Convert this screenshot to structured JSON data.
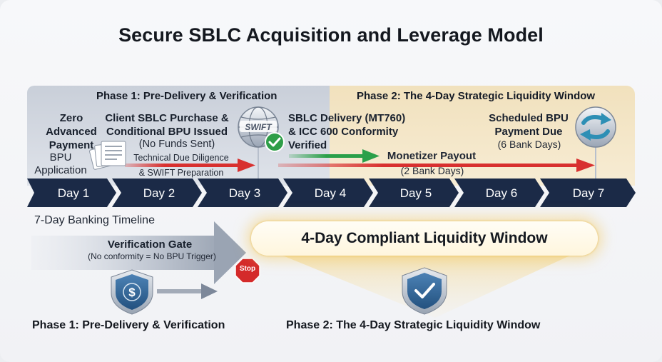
{
  "title": "Secure SBLC Acquisition and Leverage Model",
  "phase1": {
    "title": "Phase 1: Pre-Delivery & Verification",
    "zero_payment": [
      "Zero",
      "Advanced",
      "Payment"
    ],
    "bpu_application": [
      "BPU",
      "Application"
    ],
    "client_purchase": [
      "Client SBLC Purchase &",
      "Conditional BPU Issued"
    ],
    "no_funds": "(No Funds Sent)",
    "due_diligence": "Technical Due Diligence",
    "swift_prep": "& SWIFT Preparation"
  },
  "phase2": {
    "title": "Phase 2: The 4-Day Strategic Liquidity Window",
    "delivery": [
      "SBLC Delivery (MT760)",
      "& ICC 600 Conformity",
      "Verified"
    ],
    "monetizer_payout": "Monetizer Payout",
    "payout_days": "(2 Bank Days)",
    "bpu_due": [
      "Scheduled BPU",
      "Payment Due"
    ],
    "bpu_days": "(6 Bank Days)"
  },
  "swift_logo_text": "SWIFT",
  "timeline": {
    "days": [
      "Day 1",
      "Day 2",
      "Day 3",
      "Day 4",
      "Day 5",
      "Day 6",
      "Day 7"
    ],
    "label": "7-Day Banking Timeline"
  },
  "gate": {
    "title": "Verification Gate",
    "note": "(No conformity = No BPU Trigger)",
    "stop_label": "Stop"
  },
  "window_label": "4-Day Compliant Liquidity Window",
  "bottom": {
    "phase1_label": "Phase 1: Pre-Delivery & Verification",
    "phase2_label": "Phase 2: The 4-Day Strategic Liquidity Window"
  },
  "icons": [
    "globe-swift-icon",
    "check-badge-icon",
    "document-stack-icon",
    "refresh-arrows-icon",
    "dollar-shield-icon",
    "check-shield-icon",
    "stop-sign-icon"
  ],
  "colors": {
    "timeline": "#1b2a47",
    "arrow_red": "#d8302f",
    "arrow_green": "#2aa04a",
    "phase1_panel": "#d3d8e1",
    "phase2_panel": "#f3e6c8",
    "gold_glow": "#f4ce6e"
  }
}
